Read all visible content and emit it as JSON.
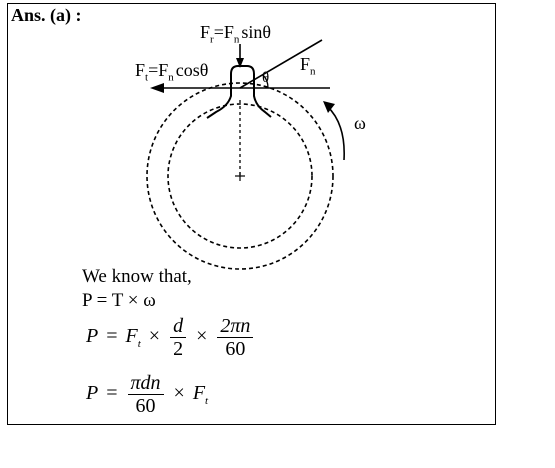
{
  "header": {
    "label": "Ans. (a) :"
  },
  "diagram": {
    "radial_force_label": "F",
    "radial_force_label_sub": "r",
    "radial_force_eq": "=F",
    "radial_force_eq_sub": "n",
    "radial_force_rhs": "sinθ",
    "tangential_force_label": "F",
    "tangential_force_label_sub": "t",
    "tangential_force_eq": "=F",
    "tangential_force_eq_sub": "n",
    "tangential_force_rhs": "cosθ",
    "normal_force_label": "F",
    "normal_force_label_sub": "n",
    "angle_label": "θ",
    "omega_label": "ω"
  },
  "derivation": {
    "intro": "We know that,",
    "line1": "P = T × ω",
    "line2": {
      "lhs": "P",
      "eq": "=",
      "f": "F",
      "f_sub": "t",
      "times1": "×",
      "d": "d",
      "two": "2",
      "times2": "×",
      "two_pi_n": "2πn",
      "sixty": "60"
    },
    "line3": {
      "lhs": "P",
      "eq": "=",
      "pi_dn": "πdn",
      "sixty": "60",
      "times": "×",
      "f": "F",
      "f_sub": "t"
    }
  }
}
